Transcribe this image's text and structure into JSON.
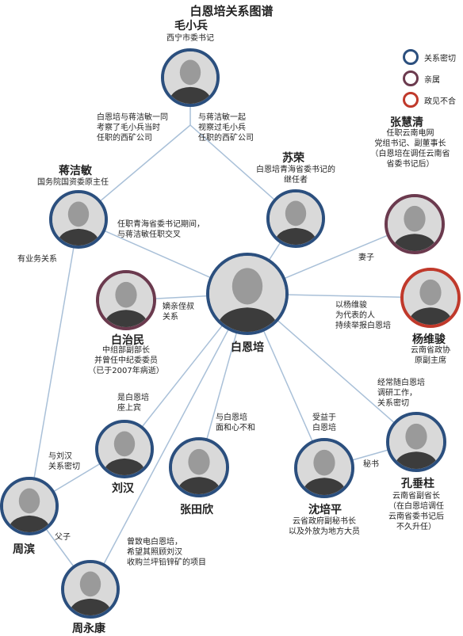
{
  "title": "白恩培关系图谱",
  "colors": {
    "close": "#2b4f7e",
    "family": "#6b3a4e",
    "opposed": "#c0392b",
    "line": "#a9c0d8"
  },
  "legend": [
    {
      "label": "关系密切",
      "color": "#2b4f7e"
    },
    {
      "label": "亲属",
      "color": "#6b3a4e"
    },
    {
      "label": "政见不合",
      "color": "#c0392b"
    }
  ],
  "people": {
    "mao": {
      "name": "毛小兵",
      "desc": [
        "西宁市委书记"
      ],
      "ring": "close"
    },
    "jiang": {
      "name": "蒋洁敏",
      "desc": [
        "国务院国资委原主任"
      ],
      "ring": "close"
    },
    "su": {
      "name": "苏荣",
      "desc": [
        "白恩培青海省委书记的",
        "继任者"
      ],
      "ring": "close"
    },
    "zhang_hq": {
      "name": "张慧清",
      "desc": [
        "任职云南电网",
        "党组书记、副董事长",
        "（白恩培在调任云南省",
        "省委书记后）"
      ],
      "ring": "family"
    },
    "bai_zm": {
      "name": "白治民",
      "desc": [
        "中组部副部长",
        "并曾任中纪委委员",
        "（已于2007年病逝）"
      ],
      "ring": "family"
    },
    "bai_ep": {
      "name": "白恩培",
      "desc": [],
      "ring": "close"
    },
    "yang": {
      "name": "杨维骏",
      "desc": [
        "云南省政协",
        "原副主席"
      ],
      "ring": "opposed"
    },
    "liu": {
      "name": "刘汉",
      "desc": [],
      "ring": "close"
    },
    "zhang_tx": {
      "name": "张田欣",
      "desc": [],
      "ring": "close"
    },
    "shen": {
      "name": "沈培平",
      "desc": [
        "云省政府副秘书长",
        "以及外放为地方大员"
      ],
      "ring": "close"
    },
    "kong": {
      "name": "孔垂柱",
      "desc": [
        "云南省副省长",
        "（在白恩培调任",
        "云南省委书记后",
        "不久升任）"
      ],
      "ring": "close"
    },
    "zhou_b": {
      "name": "周滨",
      "desc": [],
      "ring": "close"
    },
    "zhou_yk": {
      "name": "周永康",
      "desc": [],
      "ring": "close"
    }
  },
  "labels": {
    "mao_bai": [
      "白恩培与蒋洁敏一同",
      "考察了毛小兵当时",
      "任职的西矿公司"
    ],
    "mao_jiang": [
      "与蒋洁敏一起",
      "视察过毛小兵",
      "任职的西矿公司"
    ],
    "jiang_bai": [
      "任职青海省委书记期间，",
      "与蒋洁敏任职交叉"
    ],
    "jiang_zhoub": [
      "有业务关系"
    ],
    "zhang_bai": [
      "妻子"
    ],
    "baizm_bai": [
      "嫡亲侄叔",
      "关系"
    ],
    "yang_bai": [
      "以杨维骏",
      "为代表的人",
      "持续举报白恩培"
    ],
    "liu_bai": [
      "是白恩培",
      "座上宾"
    ],
    "zhangtx_bai": [
      "与白恩培",
      "面和心不和"
    ],
    "shen_bai": [
      "受益于",
      "白恩培"
    ],
    "kong_bai": [
      "经常随白恩培",
      "调研工作，",
      "关系密切"
    ],
    "shen_kong": [
      "秘书"
    ],
    "liu_zhoub": [
      "与刘汉",
      "关系密切"
    ],
    "zhoub_zhouyk": [
      "父子"
    ],
    "zhouyk_bai": [
      "曾致电白恩培，",
      "希望其照顾刘汉",
      "收购兰坪铅锌矿的项目"
    ]
  }
}
